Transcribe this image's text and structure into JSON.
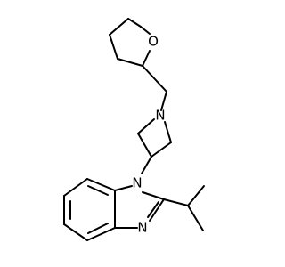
{
  "molecule": {
    "atoms": {
      "oxygen": "O",
      "azetidine_nitrogen": "N",
      "benzimidazole_n1": "N",
      "benzimidazole_n3": "N"
    },
    "colors": {
      "background": "#ffffff",
      "bond": "#000000",
      "label": "#000000"
    }
  }
}
